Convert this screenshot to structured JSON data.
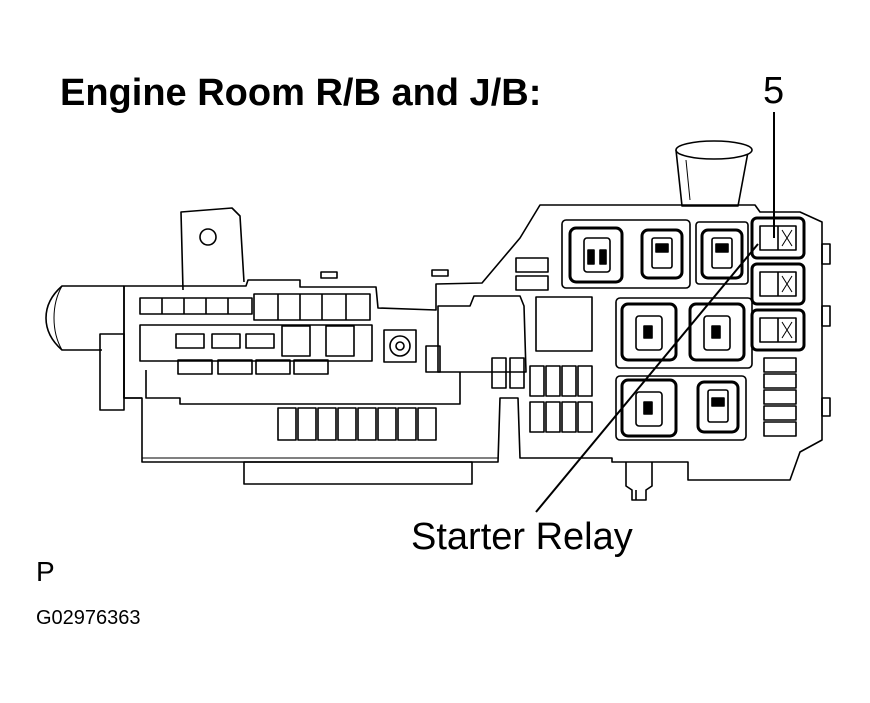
{
  "title": "Engine Room R/B and J/B:",
  "callout": {
    "number": "5",
    "label": "Starter Relay"
  },
  "footer": {
    "page_letter": "P",
    "figure_id": "G02976363"
  }
}
